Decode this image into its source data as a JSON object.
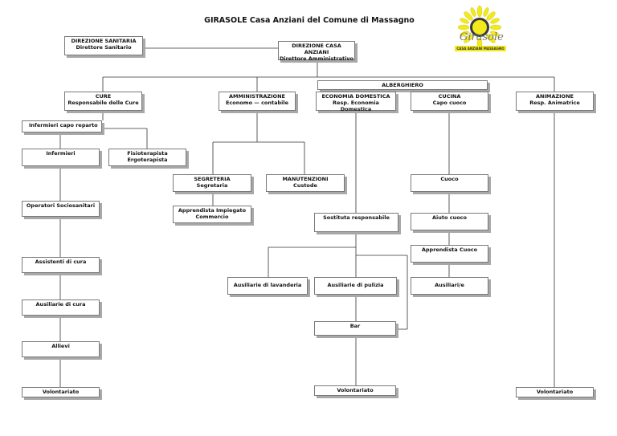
{
  "title": "GIRASOLE Casa Anziani del Comune di Massagno",
  "logo": {
    "script": "Girasole",
    "caption": "CASA ANZIANI MASSAGNO",
    "sun_color": "#f2ea1c",
    "center_color": "#3a3a3a"
  },
  "band": {
    "alberghiero": "ALBERGHIERO"
  },
  "boxes": {
    "dir_sanitaria": {
      "title": "DIREZIONE SANITARIA",
      "subtitle": "Direttore Sanitario"
    },
    "dir_casa": {
      "title": "DIREZIONE CASA ANZIANI",
      "subtitle": "Direttore Amministrativo"
    },
    "cure": {
      "title": "CURE",
      "subtitle": "Responsabile delle Cure"
    },
    "amministrazione": {
      "title": "AMMINISTRAZIONE",
      "subtitle": "Economo — contabile"
    },
    "economia": {
      "title": "ECONOMIA DOMESTICA",
      "subtitle": "Resp. Economia Domestica"
    },
    "cucina": {
      "title": "CUCINA",
      "subtitle": "Capo cuoco"
    },
    "animazione": {
      "title": "ANIMAZIONE",
      "subtitle": "Resp. Animatrice"
    },
    "infermieri_capo": {
      "title": "Infermieri capo reparto"
    },
    "infermieri": {
      "title": "Infermieri"
    },
    "fisioterapista": {
      "title": "Fisioterapista",
      "subtitle": "Ergoterapista"
    },
    "operatori": {
      "title": "Operatori Sociosanitari"
    },
    "assistenti": {
      "title": "Assistenti di cura"
    },
    "ausiliarie_cura": {
      "title": "Ausiliarie di cura"
    },
    "allievi": {
      "title": "Allievi"
    },
    "volontariato_cure": {
      "title": "Volontariato"
    },
    "segreteria": {
      "title": "SEGRETERIA",
      "subtitle": "Segretaria"
    },
    "manutenzioni": {
      "title": "MANUTENZIONI",
      "subtitle": "Custode"
    },
    "apprendista_impiegato": {
      "title": "Apprendista Impiegato",
      "subtitle": "Commercio"
    },
    "sostituta": {
      "title": "Sostituta responsabile"
    },
    "ausiliarie_lavanderia": {
      "title": "Ausiliarie di lavanderia"
    },
    "ausiliarie_pulizia": {
      "title": "Ausiliarie di pulizia"
    },
    "bar": {
      "title": "Bar"
    },
    "volontariato_economia": {
      "title": "Volontariato"
    },
    "cuoco": {
      "title": "Cuoco"
    },
    "aiuto_cuoco": {
      "title": "Aiuto cuoco"
    },
    "apprendista_cuoco": {
      "title": "Apprendista Cuoco"
    },
    "ausiliari_cucina": {
      "title": "Ausiliari/e"
    },
    "volontariato_animazione": {
      "title": "Volontariato"
    }
  }
}
